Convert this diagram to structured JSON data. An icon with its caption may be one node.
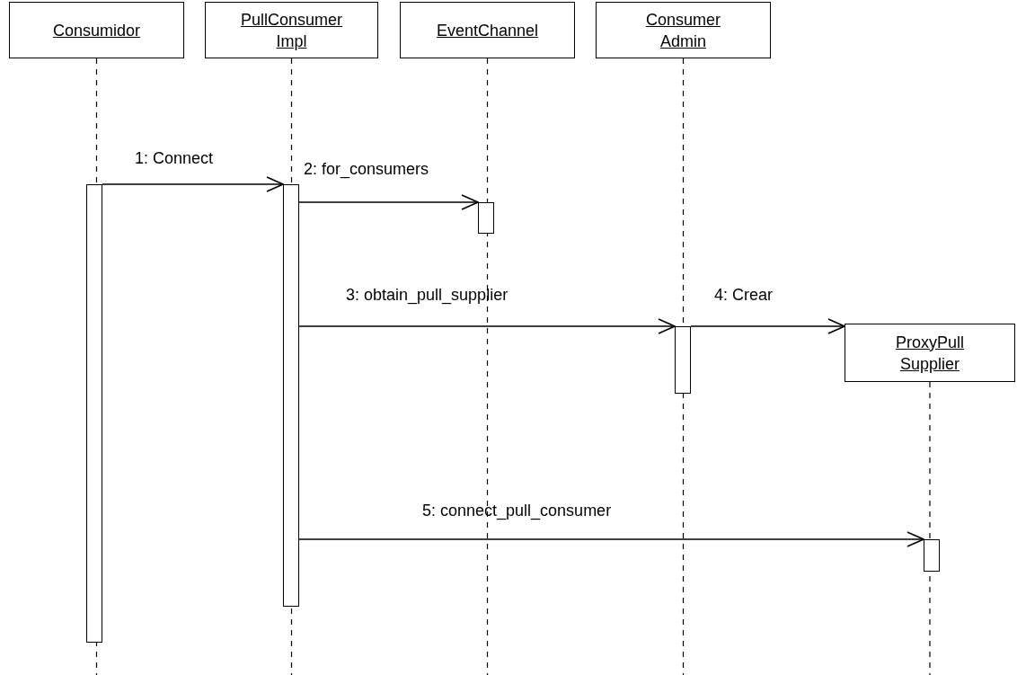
{
  "diagram": {
    "nodes": [
      {
        "text": [
          "Consumidor"
        ]
      },
      {
        "text": [
          "PullConsumer Impl"
        ]
      },
      {
        "text": [
          "EventChannel"
        ]
      },
      {
        "text": [
          "Consumer Admin"
        ]
      },
      {
        "text": [
          "ProxyPull Supplier"
        ]
      },
      {
        "text": [],
        "shape": "bar"
      },
      {
        "text": [],
        "shape": "bar"
      },
      {
        "text": [],
        "shape": "bar"
      },
      {
        "text": [],
        "shape": "bar"
      },
      {
        "text": [],
        "shape": "bar"
      }
    ],
    "edges": [
      {
        "from": 5,
        "to": 6,
        "arrow": "to",
        "label": "1: Connect"
      },
      {
        "from": 6,
        "to": 7,
        "arrow": "to",
        "label": "2: for_consumers"
      },
      {
        "from": 6,
        "to": 8,
        "arrow": "to",
        "label": "3: obtain_pull_supplier"
      },
      {
        "from": 8,
        "to": 4,
        "arrow": "to",
        "label": "4: Crear"
      },
      {
        "from": 6,
        "to": 9,
        "arrow": "to",
        "label": "5: connect_pull_consumer"
      }
    ]
  }
}
